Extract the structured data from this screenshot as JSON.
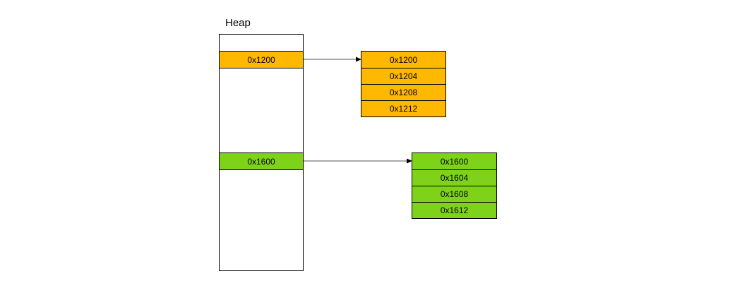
{
  "colors": {
    "orange": "#FFB800",
    "green": "#7ED31A",
    "stroke": "#000000",
    "arrow": "#555555"
  },
  "heap": {
    "title": "Heap",
    "pointers": [
      {
        "label": "0x1200",
        "color": "orange"
      },
      {
        "label": "0x1600",
        "color": "green"
      }
    ]
  },
  "blocks": [
    {
      "color": "orange",
      "cells": [
        "0x1200",
        "0x1204",
        "0x1208",
        "0x1212"
      ]
    },
    {
      "color": "green",
      "cells": [
        "0x1600",
        "0x1604",
        "0x1608",
        "0x1612"
      ]
    }
  ]
}
